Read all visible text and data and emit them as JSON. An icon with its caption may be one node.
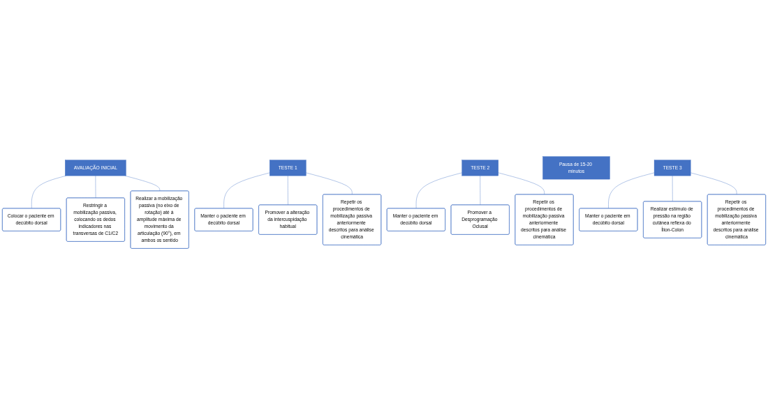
{
  "diagram": {
    "nodes": [
      {
        "text": [
          "AVALIAÇÃO INICIAL"
        ]
      },
      {
        "text": [
          "Colocar o paciente em decúbito dorsal"
        ]
      },
      {
        "text": [
          "Restringir a mobilização passiva, colocando os dedos indicadores nas transversas de C1/C2"
        ]
      },
      {
        "text": [
          "Realizar a mobilização passiva (no eixo de rotação) até à amplitude máxima de movimento da articulação (90°), em ambos os sentido"
        ]
      },
      {
        "text": [
          "TESTE 1"
        ]
      },
      {
        "text": [
          "Manter o paciente em decúbito dorsal"
        ]
      },
      {
        "text": [
          "Promover a alteração da intercuspidação habitual"
        ]
      },
      {
        "text": [
          "Repetir os procedimentos de mobilização passiva anteriormente descritos para análise cinemática"
        ]
      },
      {
        "text": [
          "TESTE 2"
        ]
      },
      {
        "text": [
          "Manter o paciente em decúbito dorsal"
        ]
      },
      {
        "text": [
          "Promover a Desprogramação Oclusal"
        ]
      },
      {
        "text": [
          "Repetir os procedimentos de mobilização passiva anteriormente descritos para análise cinemática"
        ]
      },
      {
        "text": [
          "Pausa de 15-20 minutos"
        ]
      },
      {
        "text": [
          "TESTE 3"
        ]
      },
      {
        "text": [
          "Manter o paciente em decúbito dorsal"
        ]
      },
      {
        "text": [
          "Realizar estímulo de pressão na região cutânea reflexa do Ílion-Colon"
        ]
      },
      {
        "text": [
          "Repetir os procedimentos de mobilização passiva anteriormente descritos para análise cinemática"
        ]
      }
    ],
    "edges": [
      {
        "from": 0,
        "to": 1,
        "arrow": "none"
      },
      {
        "from": 0,
        "to": 2,
        "arrow": "none"
      },
      {
        "from": 0,
        "to": 3,
        "arrow": "none"
      },
      {
        "from": 4,
        "to": 5,
        "arrow": "none"
      },
      {
        "from": 4,
        "to": 6,
        "arrow": "none"
      },
      {
        "from": 4,
        "to": 7,
        "arrow": "none"
      },
      {
        "from": 8,
        "to": 9,
        "arrow": "none"
      },
      {
        "from": 8,
        "to": 10,
        "arrow": "none"
      },
      {
        "from": 8,
        "to": 11,
        "arrow": "none"
      },
      {
        "from": 13,
        "to": 14,
        "arrow": "none"
      },
      {
        "from": 13,
        "to": 15,
        "arrow": "none"
      },
      {
        "from": 13,
        "to": 16,
        "arrow": "none"
      }
    ]
  }
}
